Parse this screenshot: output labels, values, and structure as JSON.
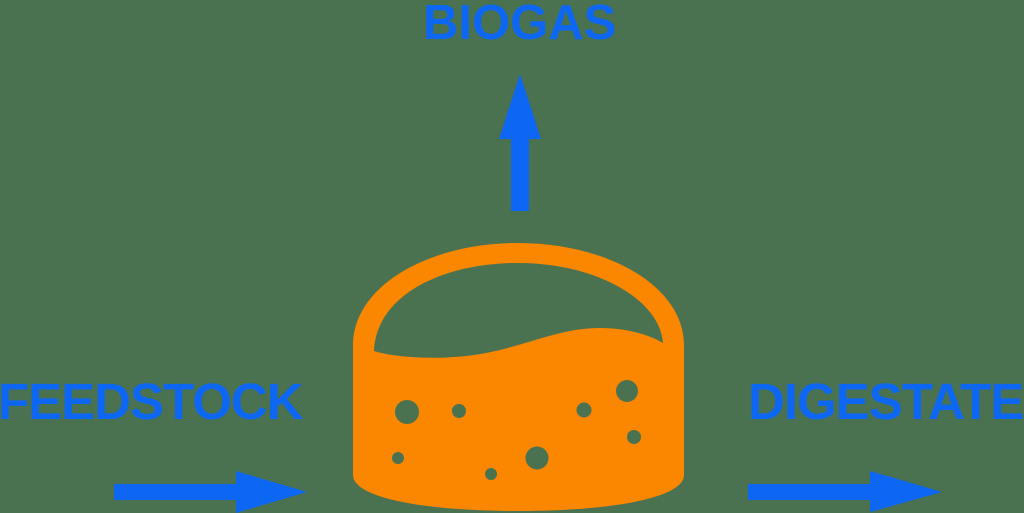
{
  "colors": {
    "bg": "#4A7251",
    "blue": "#0D67F2",
    "orange": "#FB8600"
  },
  "diagram": {
    "type": "process-flow",
    "subject": "anaerobic-digestion",
    "center_node": {
      "name": "digester-tank",
      "color": "#FB8600",
      "features": [
        "domed-top",
        "liquid-wave",
        "bubbles"
      ]
    },
    "flows": [
      {
        "id": "feedstock",
        "label": "FEEDSTOCK",
        "role": "input",
        "arrow_direction": "right",
        "position": "left"
      },
      {
        "id": "biogas",
        "label": "BIOGAS",
        "role": "output",
        "arrow_direction": "up",
        "position": "top"
      },
      {
        "id": "digestate",
        "label": "DIGESTATE",
        "role": "output",
        "arrow_direction": "right",
        "position": "right"
      }
    ]
  }
}
